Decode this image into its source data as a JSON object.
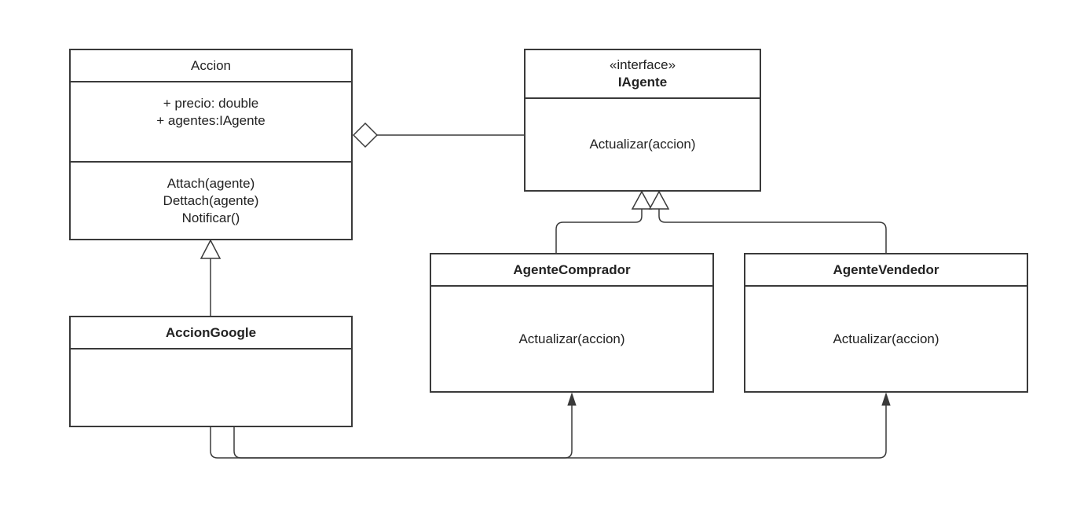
{
  "classes": {
    "accion": {
      "name": "Accion",
      "attributes": [
        "+ precio: double",
        "+ agentes:IAgente"
      ],
      "methods": [
        "Attach(agente)",
        "Dettach(agente)",
        "Notificar()"
      ]
    },
    "iagente": {
      "stereotype": "«interface»",
      "name": "IAgente",
      "methods": [
        "Actualizar(accion)"
      ]
    },
    "accion_google": {
      "name": "AccionGoogle"
    },
    "agente_comprador": {
      "name": "AgenteComprador",
      "methods": [
        "Actualizar(accion)"
      ]
    },
    "agente_vendedor": {
      "name": "AgenteVendedor",
      "methods": [
        "Actualizar(accion)"
      ]
    }
  },
  "colors": {
    "line": "#3a3a3a",
    "background": "#ffffff",
    "text": "#222222"
  }
}
